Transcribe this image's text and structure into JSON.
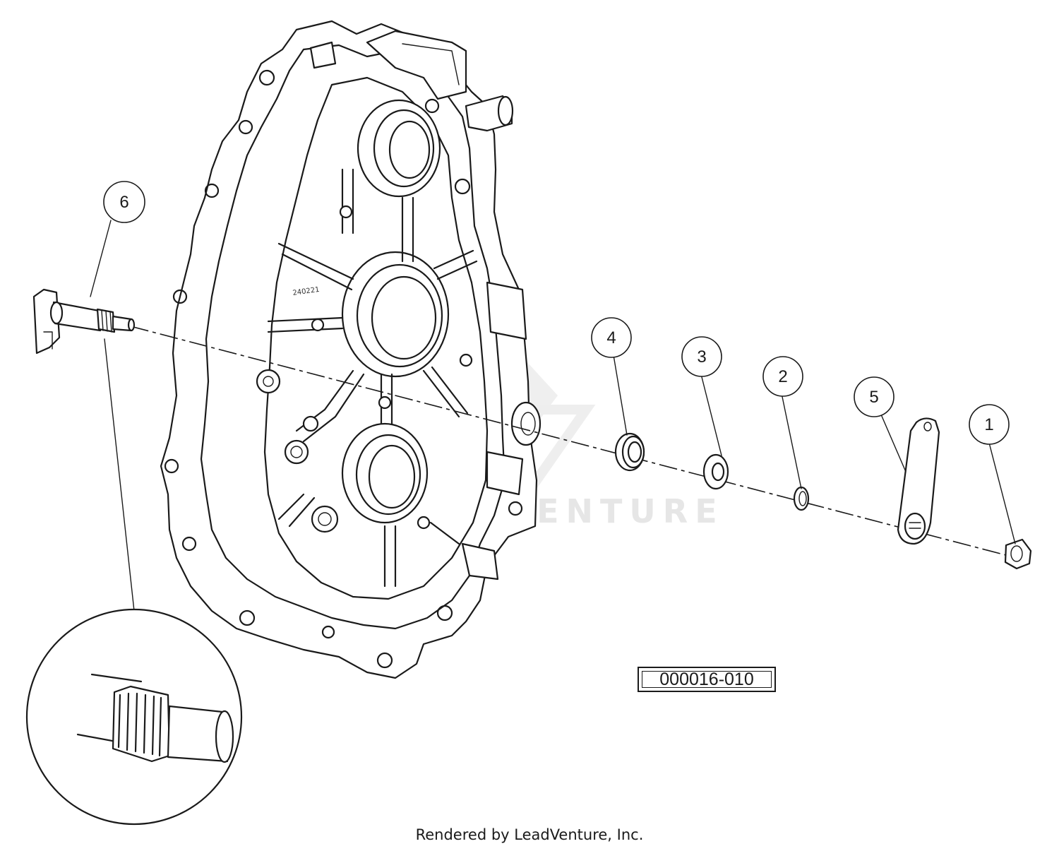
{
  "diagram_id": "000016-010",
  "footer_text": "Rendered by LeadVenture, Inc.",
  "watermark_text": "LEADVENTURE",
  "casting_stamp": "240221",
  "callouts": [
    {
      "label": "6"
    },
    {
      "label": "4"
    },
    {
      "label": "3"
    },
    {
      "label": "2"
    },
    {
      "label": "5"
    },
    {
      "label": "1"
    }
  ],
  "colors": {
    "line": "#1a1a1a",
    "background": "#ffffff",
    "watermark": "#e6e6e6"
  }
}
